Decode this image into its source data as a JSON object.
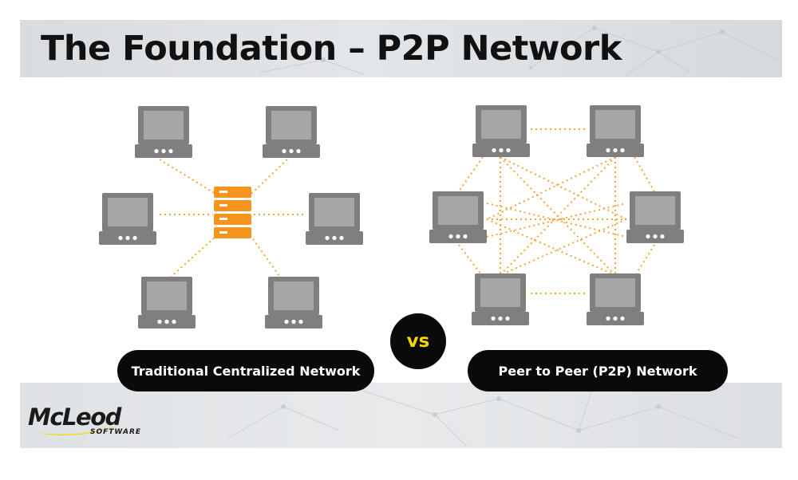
{
  "title": "The Foundation – P2P Network",
  "vs_label": "vs",
  "labels": {
    "centralized": "Traditional Centralized Network",
    "p2p": "Peer to Peer (P2P) Network"
  },
  "logo": {
    "name": "McLeod",
    "sub": "SOFTWARE"
  },
  "colors": {
    "accent": "#f7941d",
    "link": "#f7a43a",
    "laptop": "#7f7f7f",
    "screen": "#a6a6a6",
    "pill": "#0a0a0a",
    "vs_text": "#f5d800"
  },
  "diagram": {
    "centralized": {
      "hub": "server-icon",
      "nodes": [
        "top-left",
        "top-right",
        "middle-left",
        "middle-right",
        "bottom-left",
        "bottom-right"
      ]
    },
    "p2p": {
      "nodes": [
        "top-left",
        "top-right",
        "middle-left",
        "middle-right",
        "bottom-left",
        "bottom-right"
      ],
      "links": "all-to-all"
    }
  }
}
